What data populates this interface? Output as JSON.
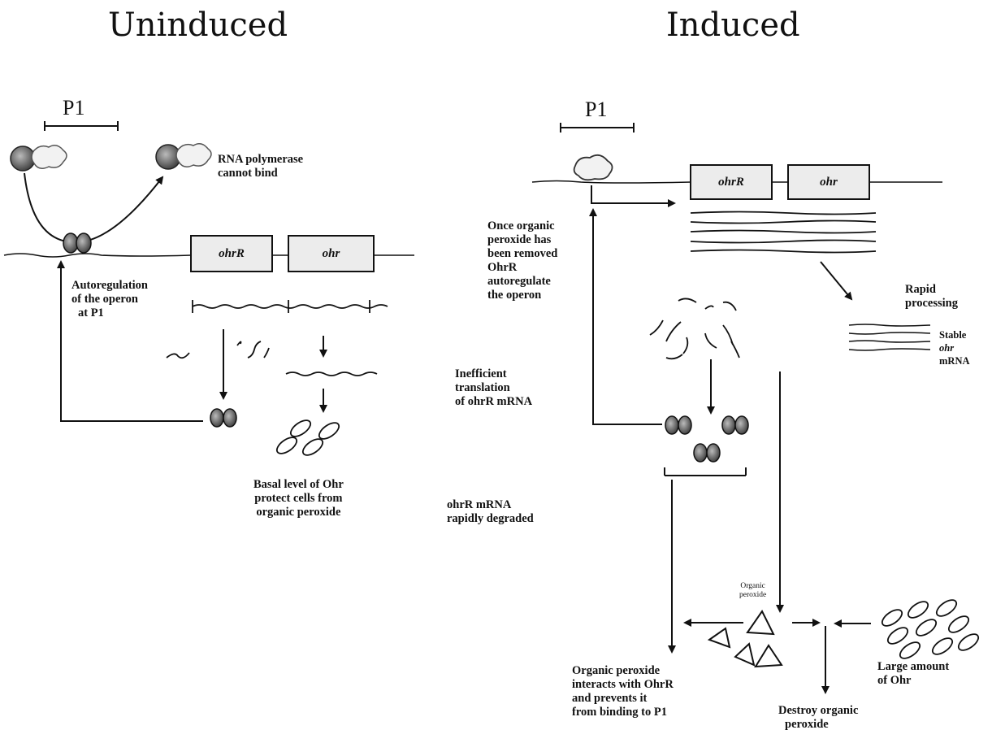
{
  "panels": {
    "uninduced": {
      "title": "Uninduced",
      "promoter": "P1",
      "genes": [
        "ohrR",
        "ohr"
      ],
      "rnap_label": [
        "RNA polymerase",
        "cannot bind"
      ],
      "autoreg_label": [
        "Autoregulation",
        "of the operon",
        "at P1"
      ],
      "basal_label": [
        "Basal level of Ohr",
        "protect cells from",
        "organic peroxide"
      ]
    },
    "induced": {
      "title": "Induced",
      "promoter": "P1",
      "genes": [
        "ohrR",
        "ohr"
      ],
      "removed_label": [
        "Once organic",
        "peroxide has",
        "been removed",
        "OhrR",
        "autoregulate",
        "the operon"
      ],
      "rapid_processing_label": [
        "Rapid",
        "processing"
      ],
      "stable_label": [
        "Stable",
        "ohr",
        "mRNA"
      ],
      "inefficient_label": [
        "Inefficient",
        "translation",
        "of ohrR mRNA"
      ],
      "degraded_label": [
        "ohrR mRNA",
        "rapidly degraded"
      ],
      "peroxide_label": [
        "Organic",
        "peroxide"
      ],
      "interacts_label": [
        "Organic peroxide",
        "interacts with OhrR",
        "and prevents it",
        "from binding to P1"
      ],
      "large_amount_label": [
        "Large amount",
        "of Ohr"
      ],
      "destroy_label": [
        "Destroy organic",
        "peroxide"
      ]
    }
  }
}
